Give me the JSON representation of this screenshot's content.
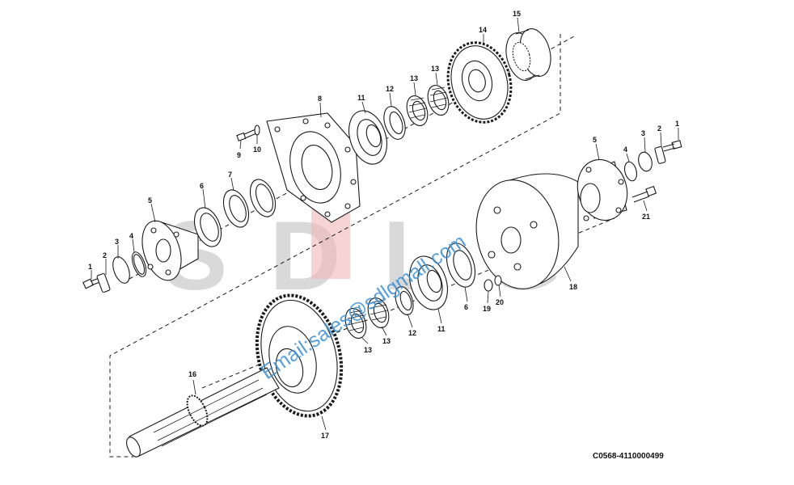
{
  "watermark": {
    "logo_text": "SDLG",
    "email_text": "Email:sales@sdlgmall.com",
    "logo_color": "#d9d9d9",
    "accent_color": "#f0b8b8",
    "email_color": "#3a8fd6"
  },
  "drawing": {
    "part_code": "C0568-4110000499"
  },
  "callouts": [
    "1",
    "2",
    "3",
    "4",
    "5",
    "6",
    "7",
    "8",
    "9",
    "10",
    "11",
    "12",
    "13",
    "13",
    "14",
    "15",
    "5",
    "4",
    "3",
    "2",
    "1",
    "21",
    "18",
    "6",
    "19",
    "20",
    "11",
    "12",
    "13",
    "13",
    "16",
    "17"
  ],
  "colors": {
    "line": "#1a1a1a",
    "fill": "#ffffff"
  }
}
